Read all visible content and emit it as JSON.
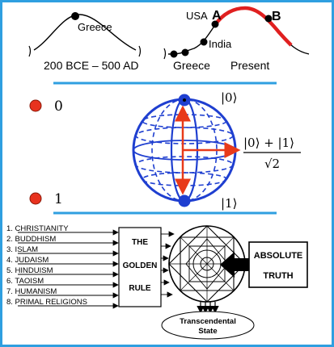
{
  "colors": {
    "border": "#2f9fe0",
    "divider": "#2f9fe0",
    "sphere": "#1f3fd0",
    "arrow": "#e83a1a",
    "highlight": "#e02020",
    "dot_red": "#e8321e",
    "marker": "#000000"
  },
  "history": {
    "left_peak_label": "Greece",
    "left_axis_label": "200 BCE – 500 AD",
    "right_labels": {
      "greece": "Greece",
      "india": "India",
      "usa": "USA",
      "a": "A",
      "b": "B",
      "present": "Present"
    }
  },
  "qubit": {
    "state0_label": "0",
    "state1_label": "1",
    "ket0": "|0⟩",
    "ket1": "|1⟩",
    "superposition_numerator": "|0⟩ + |1⟩",
    "superposition_denominator": "√2"
  },
  "religions": {
    "items": [
      "1. CHRISTIANITY",
      "2. BUDDHISM",
      "3. ISLAM",
      "4. JUDAISM",
      "5. HINDUISM",
      "6. TAOISM",
      "7. HUMANISM",
      "8. PRIMAL RELIGIONS"
    ],
    "golden_rule": [
      "THE",
      "GOLDEN",
      "RULE"
    ],
    "absolute_truth": [
      "ABSOLUTE",
      "TRUTH"
    ],
    "transcendental": [
      "Transcendental",
      "State"
    ]
  }
}
